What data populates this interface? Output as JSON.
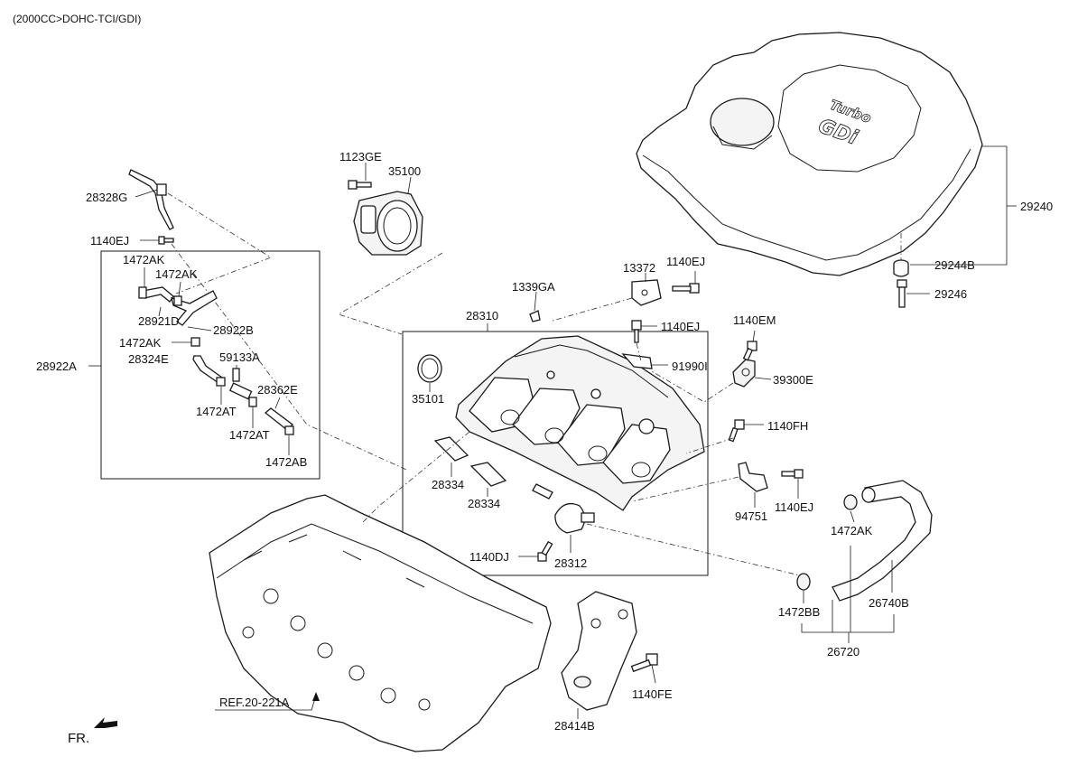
{
  "header": {
    "variant": "(2000CC>DOHC-TCI/GDI)"
  },
  "cover_text": {
    "line1": "Turbo",
    "line2": "GDi"
  },
  "labels": {
    "l29240": "29240",
    "l29244B": "29244B",
    "l29246": "29246",
    "l1123GE": "1123GE",
    "l35100": "35100",
    "l28328G": "28328G",
    "l1140EJ_a": "1140EJ",
    "l1472AK_a": "1472AK",
    "l1472AK_b": "1472AK",
    "l28921D": "28921D",
    "l28922B": "28922B",
    "l1472AK_c": "1472AK",
    "l28922A": "28922A",
    "l28324E": "28324E",
    "l59133A": "59133A",
    "l28362E": "28362E",
    "l1472AT_a": "1472AT",
    "l1472AT_b": "1472AT",
    "l1472AB": "1472AB",
    "l1339GA": "1339GA",
    "l28310": "28310",
    "l35101": "35101",
    "l13372": "13372",
    "l1140EJ_b": "1140EJ",
    "l1140EJ_c": "1140EJ",
    "l1140EM": "1140EM",
    "l91990I": "91990I",
    "l39300E": "39300E",
    "l1140FH": "1140FH",
    "l94751": "94751",
    "l1140EJ_d": "1140EJ",
    "l28334_a": "28334",
    "l28334_b": "28334",
    "l1140DJ": "1140DJ",
    "l28312": "28312",
    "l1472AK_d": "1472AK",
    "l1472BB": "1472BB",
    "l26740B": "26740B",
    "l26720": "26720",
    "l1140FE": "1140FE",
    "l28414B": "28414B",
    "ref": "REF.20-221A",
    "front": "FR."
  }
}
